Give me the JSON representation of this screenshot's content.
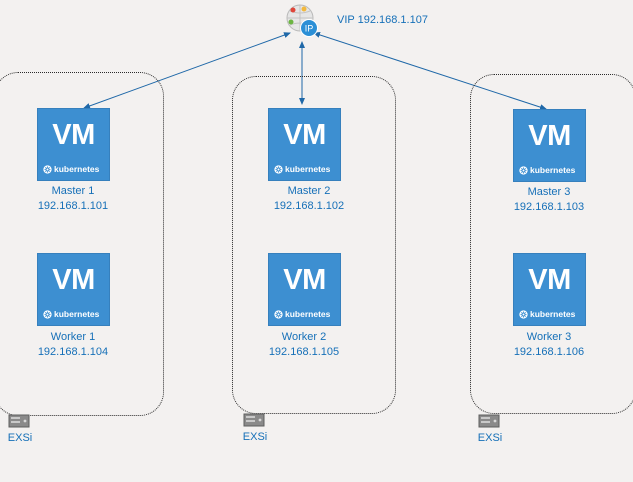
{
  "vip": {
    "label": "VIP 192.168.1.107",
    "badge": "IP"
  },
  "vm_badge": "VM",
  "k8s_label": "kubernetes",
  "hosts": [
    {
      "exsi_label": "EXSi",
      "master": {
        "name": "Master 1",
        "ip": "192.168.1.101"
      },
      "worker": {
        "name": "Worker 1",
        "ip": "192.168.1.104"
      }
    },
    {
      "exsi_label": "EXSi",
      "master": {
        "name": "Master 2",
        "ip": "192.168.1.102"
      },
      "worker": {
        "name": "Worker 2",
        "ip": "192.168.1.105"
      }
    },
    {
      "exsi_label": "EXSi",
      "master": {
        "name": "Master 3",
        "ip": "192.168.1.103"
      },
      "worker": {
        "name": "Worker 3",
        "ip": "192.168.1.106"
      }
    }
  ],
  "colors": {
    "background": "#f3f1f0",
    "vm_fill": "#3d8fd1",
    "text_blue": "#1670b8",
    "arrow": "#1f68a8"
  },
  "icons": [
    "ip-globe-icon",
    "kubernetes-icon",
    "server-icon"
  ]
}
